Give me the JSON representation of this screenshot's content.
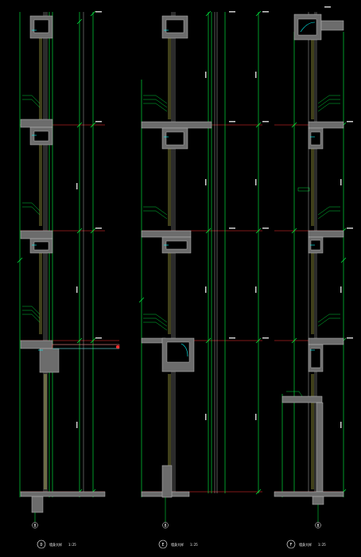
{
  "colors": {
    "background": "#000000",
    "wall": "#7a7a7a",
    "dimension": "#00ff44",
    "glazing": "#ffff66",
    "axis": "#ff3030",
    "cyan": "#00ffff",
    "text": "#d6d6d6"
  },
  "sections": [
    {
      "id": "D",
      "axis_label": "D",
      "bottom_label": "8",
      "title": "墙身大样",
      "scale": "1:25"
    },
    {
      "id": "E",
      "axis_label": "E",
      "bottom_label": "8",
      "title": "墙身大样",
      "scale": "1:25"
    },
    {
      "id": "F",
      "axis_label": "F",
      "bottom_label": "8",
      "title": "墙身大样",
      "scale": "1:25"
    }
  ]
}
